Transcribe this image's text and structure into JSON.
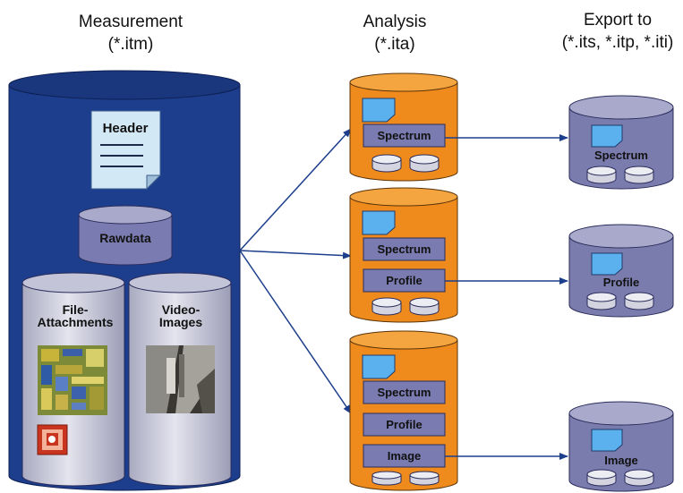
{
  "colors": {
    "measurement_body": "#1c3e8c",
    "measurement_top": "#1a367d",
    "analysis_body": "#ef8a1c",
    "analysis_top": "#f5a540",
    "export_body": "#7b7cae",
    "export_top": "#a9aacb",
    "inner_box": "#7a7bb0",
    "inner_cyl_body": "#c7c8d8",
    "arrow": "#1c3e8c",
    "document": "#d3e8f5",
    "file_icon": "#5ab1ee"
  },
  "headers": {
    "measurement": {
      "line1": "Measurement",
      "line2": "(*.itm)"
    },
    "analysis": {
      "line1": "Analysis",
      "line2": "(*.ita)"
    },
    "export": {
      "line1": "Export to",
      "line2": "(*.its, *.itp, *.iti)"
    }
  },
  "measurement": {
    "header_label": "Header",
    "rawdata_label": "Rawdata",
    "file_attachments": {
      "line1": "File-",
      "line2": "Attachments"
    },
    "video_images": {
      "line1": "Video-",
      "line2": "Images"
    }
  },
  "analysis": [
    {
      "items": [
        "Spectrum"
      ]
    },
    {
      "items": [
        "Spectrum",
        "Profile"
      ]
    },
    {
      "items": [
        "Spectrum",
        "Profile",
        "Image"
      ]
    }
  ],
  "export": [
    {
      "label": "Spectrum"
    },
    {
      "label": "Profile"
    },
    {
      "label": "Image"
    }
  ]
}
